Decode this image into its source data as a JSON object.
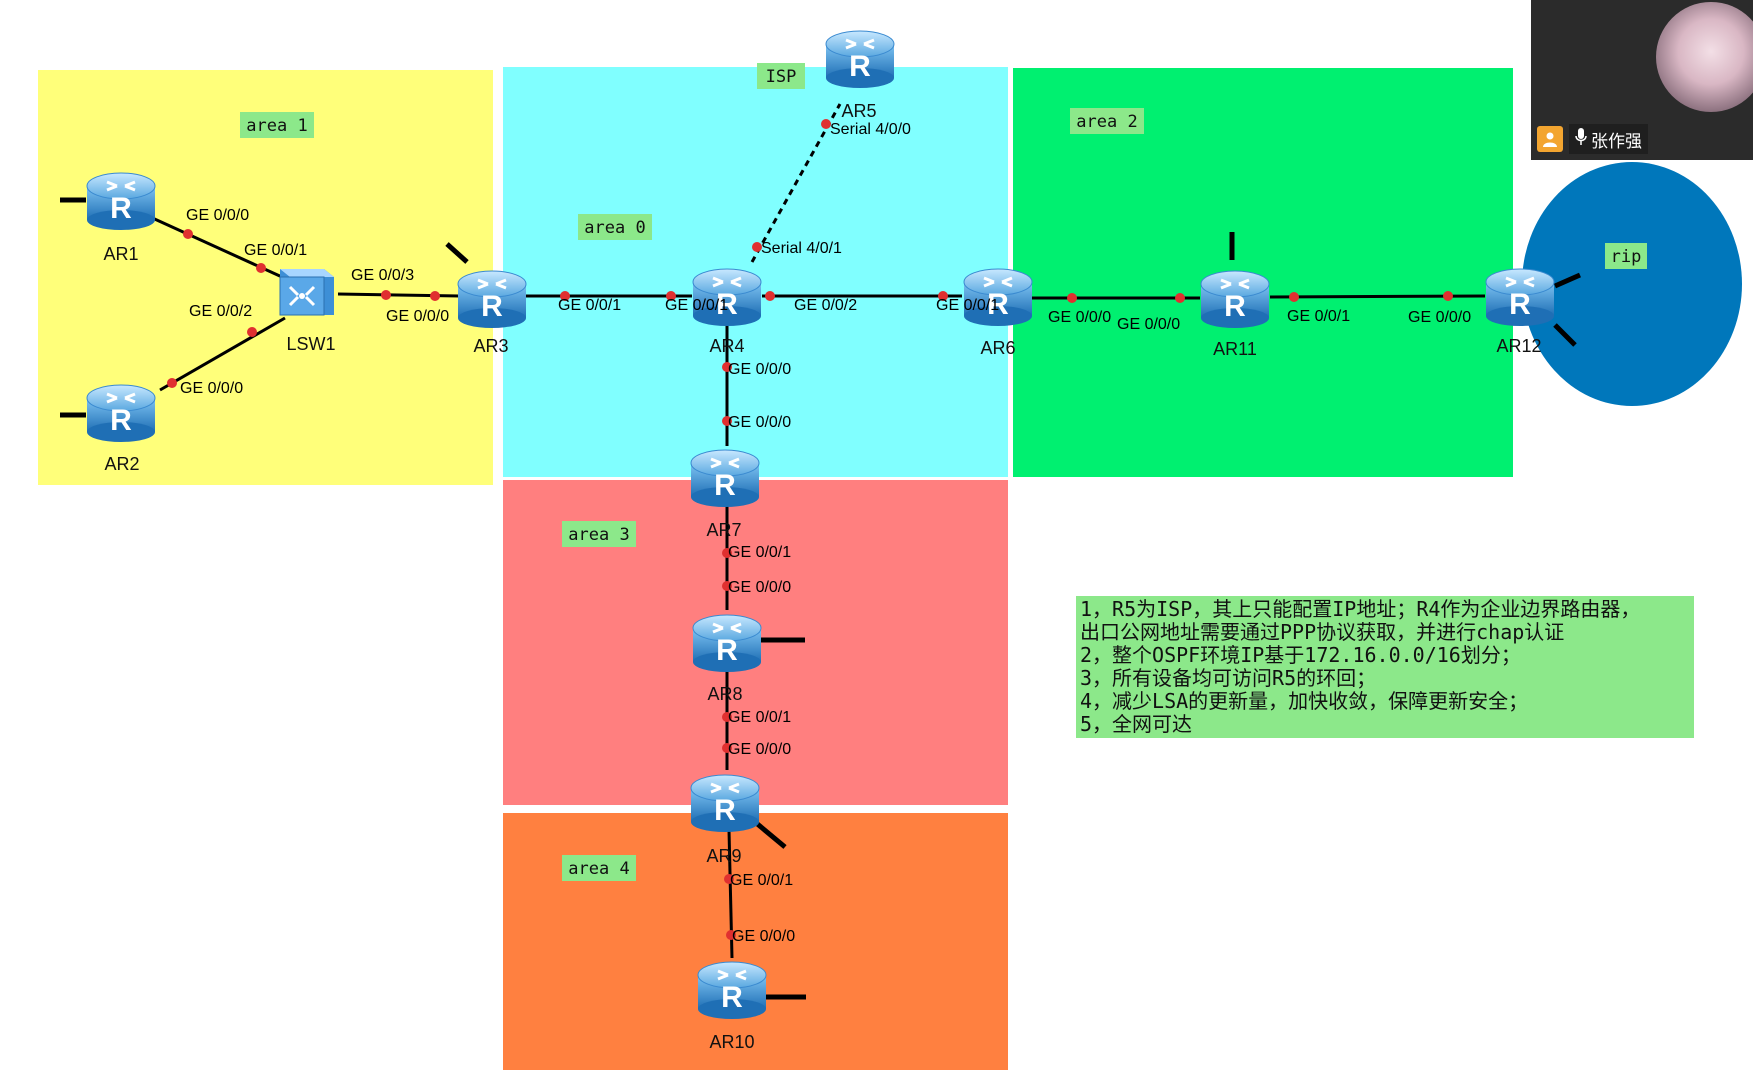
{
  "areas": [
    {
      "id": "area1",
      "label": "area 1",
      "color": "#ffff7a"
    },
    {
      "id": "area0",
      "label": "area 0",
      "color": "#80ffff"
    },
    {
      "id": "area2",
      "label": "area 2",
      "color": "#00f070"
    },
    {
      "id": "area3",
      "label": "area 3",
      "color": "#ff7f7f"
    },
    {
      "id": "area4",
      "label": "area 4",
      "color": "#ff8040"
    }
  ],
  "isp_label": "ISP",
  "rip_label": "rip",
  "rip_color": "#0077bb",
  "devices": {
    "AR1": "AR1",
    "AR2": "AR2",
    "LSW1": "LSW1",
    "AR3": "AR3",
    "AR4": "AR4",
    "AR5": "AR5",
    "AR6": "AR6",
    "AR7": "AR7",
    "AR8": "AR8",
    "AR9": "AR9",
    "AR10": "AR10",
    "AR11": "AR11",
    "AR12": "AR12"
  },
  "ports": {
    "ar1_ge000": "GE 0/0/0",
    "lsw_ge001": "GE 0/0/1",
    "lsw_ge002": "GE 0/0/2",
    "ar2_ge000": "GE 0/0/0",
    "lsw_ge003": "GE 0/0/3",
    "ar3_ge000": "GE 0/0/0",
    "ar3_ge001": "GE 0/0/1",
    "ar4_ge001": "GE 0/0/1",
    "ar4_ge002": "GE 0/0/2",
    "ar6_ge001": "GE 0/0/1",
    "ar5_s400": "Serial 4/0/0",
    "ar4_s401": "Serial 4/0/1",
    "ar4_ge000": "GE 0/0/0",
    "ar7_ge000a": "GE 0/0/0",
    "ar7_ge001": "GE 0/0/1",
    "ar8_ge000": "GE 0/0/0",
    "ar8_ge001": "GE 0/0/1",
    "ar9_ge000": "GE 0/0/0",
    "ar9_ge001": "GE 0/0/1",
    "ar10_ge000": "GE 0/0/0",
    "ar6_ge000": "GE 0/0/0",
    "ar11_ge000": "GE 0/0/0",
    "ar11_ge001": "GE 0/0/1",
    "ar12_ge000": "GE 0/0/0"
  },
  "notes": [
    "1，R5为ISP，其上只能配置IP地址；R4作为企业边界路由器，",
    "出口公网地址需要通过PPP协议获取，并进行chap认证",
    "2，整个OSPF环境IP基于172.16.0.0/16划分；",
    "3，所有设备均可访问R5的环回；",
    "4，减少LSA的更新量，加快收敛，保障更新安全；",
    "5，全网可达"
  ],
  "camera": {
    "user_name": "张作强"
  },
  "link_color": "#000000",
  "port_dot_color": "#e03030",
  "router_color": "#2f86cf"
}
